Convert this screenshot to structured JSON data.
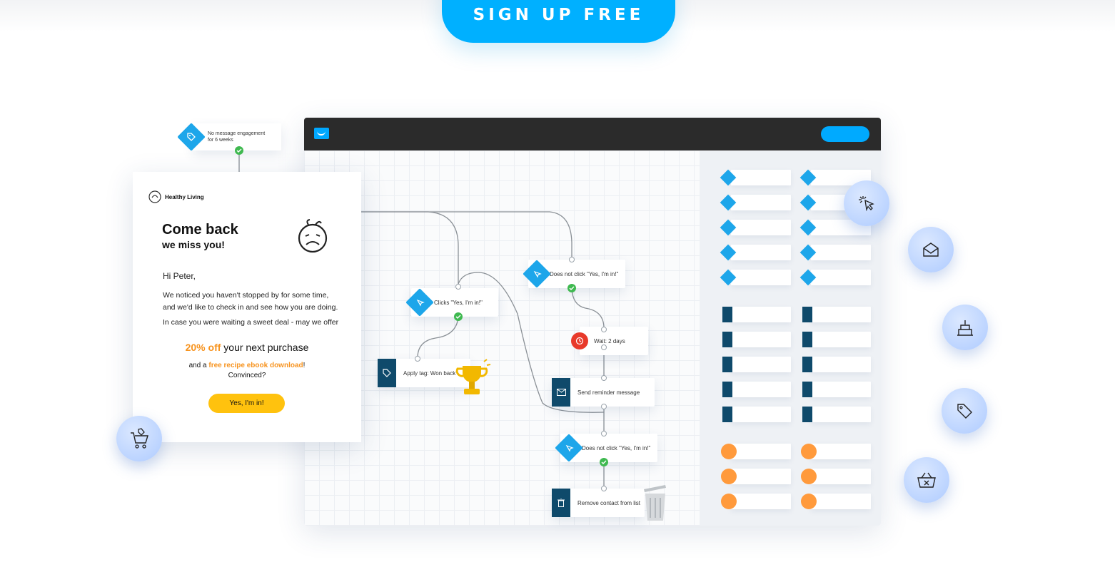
{
  "cta": {
    "label": "SIGN UP FREE"
  },
  "colors": {
    "accent": "#00b0ff",
    "node_blue": "#1da6ea",
    "node_dark": "#0f4a6b",
    "offer": "#f7931e",
    "button_yellow": "#ffc20e",
    "wait_red": "#e8392a",
    "check_green": "#3fb950"
  },
  "trigger": {
    "line1": "No message engagement",
    "line2": "for 6 weeks"
  },
  "email": {
    "brand": "Healthy Living",
    "headline": "Come back",
    "subheadline": "we miss you!",
    "greeting": "Hi Peter,",
    "body1": "We noticed you haven't stopped by for some time,",
    "body2": "and we'd like to check in and see how you are doing.",
    "body3": "In case you were waiting a sweet deal - may we offer",
    "offer_highlight": "20% off",
    "offer_rest": " your next purchase",
    "extra_prefix": "and a ",
    "extra_link": "free recipe ebook download",
    "extra_suffix": "!",
    "convinced": "Convinced?",
    "button": "Yes, I'm in!"
  },
  "nodes": {
    "clicks": "Clicks \"Yes, I'm in!\"",
    "not_click_1": "Does not click \"Yes, I'm in!\"",
    "apply_tag": "Apply tag: Won back",
    "wait": "Wait: 2 days",
    "send_reminder": "Send reminder message",
    "not_click_2": "Does not click \"Yes, I'm in!\"",
    "remove": "Remove contact from list"
  },
  "icons": [
    "tag-icon",
    "click-icon",
    "clock-icon",
    "envelope-icon",
    "trash-icon",
    "trophy-icon",
    "cursor-click-icon",
    "open-envelope-icon",
    "birthday-cake-icon",
    "price-tag-icon",
    "abandoned-basket-icon",
    "shopping-cart-icon",
    "sad-face-icon"
  ]
}
